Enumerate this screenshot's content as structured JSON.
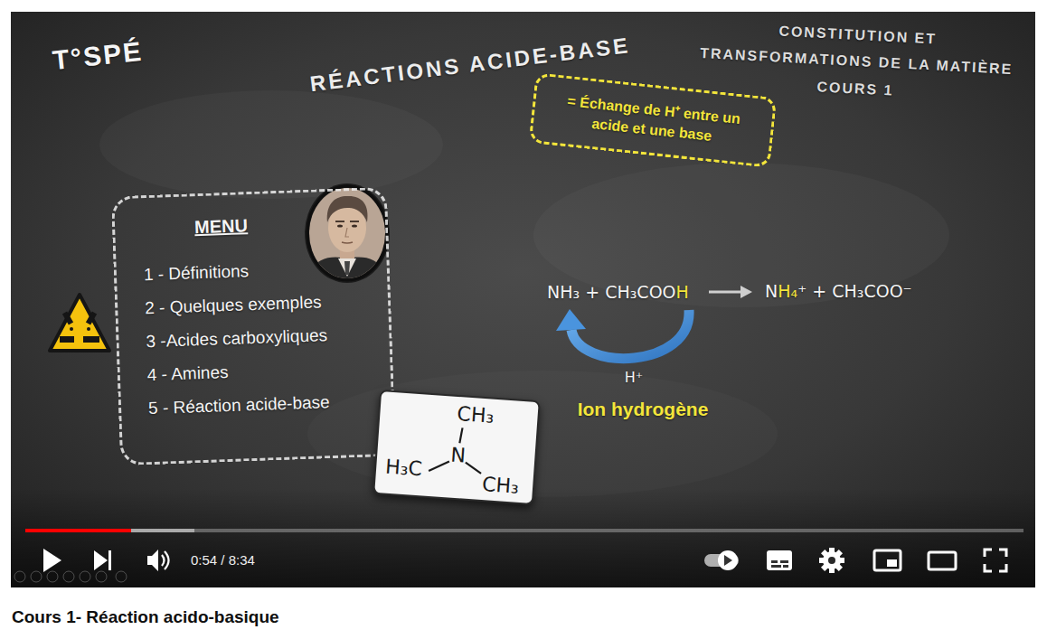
{
  "diagram": {
    "title": "RÉACTIONS ACIDE-BASE",
    "caption": "Cours 1- Réaction acido-basique",
    "nodes": [
      {
        "text": [
          "= Échange de H⁺ entre un acide et une base"
        ]
      },
      {
        "text": [
          "MENU",
          "1 - Définitions",
          "2 - Quelques exemples",
          "3 -Acides carboxyliques",
          "4 - Amines",
          "5 - Réaction acide-base"
        ]
      },
      {
        "text": [
          "CH₃",
          "N",
          "H₃C",
          "CH₃"
        ]
      }
    ],
    "labels": [
      "T°SPÉ",
      "CONSTITUTION ET TRANSFORMATIONS DE LA MATIÈRE",
      "COURS 1",
      "NH₃ + CH₃COOH",
      "NH₄⁺ + CH₃COO⁻",
      "H⁺",
      "Ion hydrogène",
      "0:54 / 8:34"
    ]
  }
}
